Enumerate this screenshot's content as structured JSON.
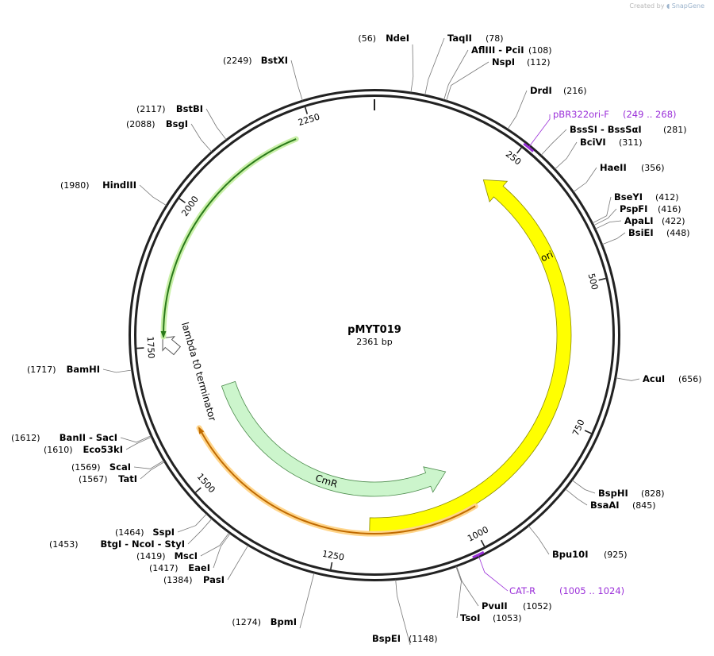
{
  "credit": {
    "prefix": "Created by",
    "brand": "SnapGene"
  },
  "plasmid": {
    "name": "pMYT019",
    "size_label": "2361 bp",
    "length": 2361
  },
  "ticks": [
    {
      "bp": 250,
      "label": "250"
    },
    {
      "bp": 500,
      "label": "500"
    },
    {
      "bp": 750,
      "label": "750"
    },
    {
      "bp": 1000,
      "label": "1000"
    },
    {
      "bp": 1250,
      "label": "1250"
    },
    {
      "bp": 1500,
      "label": "1500"
    },
    {
      "bp": 1750,
      "label": "1750"
    },
    {
      "bp": 2000,
      "label": "2000"
    },
    {
      "bp": 2250,
      "label": "2250"
    }
  ],
  "features": [
    {
      "id": "ori",
      "label": "ori",
      "color": "#ffff00",
      "stroke": "#8a8a00",
      "from_bp": 1190,
      "to_bp": 230,
      "direction": "reverse",
      "shape": "arrow",
      "label_bp": 430
    },
    {
      "id": "cmr",
      "label": "CmR",
      "color": "#ccf5cc",
      "stroke": "#4a8a4a",
      "from_bp": 1650,
      "to_bp": 1000,
      "direction": "reverse",
      "shape": "arrow",
      "label_bp": 1300
    },
    {
      "id": "lambda-t0",
      "label": "lambda t0 terminator",
      "color": "#ffffff",
      "stroke": "#555555",
      "from_bp": 1760,
      "to_bp": 1720,
      "direction": "reverse",
      "shape": "small-arrow"
    },
    {
      "id": "green-line",
      "label": "",
      "color": "#2a7a1a",
      "glow": "#c9f0a8",
      "from_bp": 2218,
      "to_bp": 1768,
      "direction": "reverse",
      "shape": "line"
    },
    {
      "id": "orange-line",
      "label": "",
      "color": "#c06a00",
      "glow": "#ffd58a",
      "from_bp": 980,
      "to_bp": 1588,
      "direction": "forward",
      "shape": "line"
    }
  ],
  "primers": [
    {
      "name": "pBR322ori-F",
      "range": "(249 .. 268)",
      "from_bp": 249,
      "to_bp": 268
    },
    {
      "name": "CAT-R",
      "range": "(1005 .. 1024)",
      "from_bp": 1005,
      "to_bp": 1024
    }
  ],
  "enzymes": [
    {
      "name": "NdeI",
      "pos": "(56)",
      "bp": 56,
      "side": "left"
    },
    {
      "name": "TaqII",
      "pos": "(78)",
      "bp": 78,
      "side": "right"
    },
    {
      "name": "AflIII  - PciI",
      "pos": "(108)",
      "bp": 108,
      "side": "right"
    },
    {
      "name": "NspI",
      "pos": "(112)",
      "bp": 112,
      "side": "right"
    },
    {
      "name": "DrdI",
      "pos": "(216)",
      "bp": 216,
      "side": "right"
    },
    {
      "name": "BssSI  - BssSαI",
      "pos": "(281)",
      "bp": 281,
      "side": "right"
    },
    {
      "name": "BciVI",
      "pos": "(311)",
      "bp": 311,
      "side": "right"
    },
    {
      "name": "HaeII",
      "pos": "(356)",
      "bp": 356,
      "side": "right"
    },
    {
      "name": "BseYI",
      "pos": "(412)",
      "bp": 412,
      "side": "right"
    },
    {
      "name": "PspFI",
      "pos": "(416)",
      "bp": 416,
      "side": "right"
    },
    {
      "name": "ApaLI",
      "pos": "(422)",
      "bp": 422,
      "side": "right"
    },
    {
      "name": "BsiEI",
      "pos": "(448)",
      "bp": 448,
      "side": "right"
    },
    {
      "name": "AcuI",
      "pos": "(656)",
      "bp": 656,
      "side": "right"
    },
    {
      "name": "BspHI",
      "pos": "(828)",
      "bp": 828,
      "side": "right"
    },
    {
      "name": "BsaAI",
      "pos": "(845)",
      "bp": 845,
      "side": "right"
    },
    {
      "name": "Bpu10I",
      "pos": "(925)",
      "bp": 925,
      "side": "right"
    },
    {
      "name": "PvuII",
      "pos": "(1052)",
      "bp": 1052,
      "side": "right"
    },
    {
      "name": "TsoI",
      "pos": "(1053)",
      "bp": 1053,
      "side": "right"
    },
    {
      "name": "BspEI",
      "pos": "(1148)",
      "bp": 1148,
      "side": "right"
    },
    {
      "name": "BpmI",
      "pos": "(1274)",
      "bp": 1274,
      "side": "left"
    },
    {
      "name": "PasI",
      "pos": "(1384)",
      "bp": 1384,
      "side": "left"
    },
    {
      "name": "EaeI",
      "pos": "(1417)",
      "bp": 1417,
      "side": "left"
    },
    {
      "name": "MscI",
      "pos": "(1419)",
      "bp": 1419,
      "side": "left"
    },
    {
      "name": "BtgI  - NcoI  - StyI",
      "pos": "(1453)",
      "bp": 1453,
      "side": "left"
    },
    {
      "name": "SspI",
      "pos": "(1464)",
      "bp": 1464,
      "side": "left"
    },
    {
      "name": "TatI",
      "pos": "(1567)",
      "bp": 1567,
      "side": "left"
    },
    {
      "name": "ScaI",
      "pos": "(1569)",
      "bp": 1569,
      "side": "left"
    },
    {
      "name": "Eco53kI",
      "pos": "(1610)",
      "bp": 1610,
      "side": "left"
    },
    {
      "name": "BanII  - SacI",
      "pos": "(1612)",
      "bp": 1612,
      "side": "left"
    },
    {
      "name": "BamHI",
      "pos": "(1717)",
      "bp": 1717,
      "side": "left"
    },
    {
      "name": "HindIII",
      "pos": "(1980)",
      "bp": 1980,
      "side": "left"
    },
    {
      "name": "BsgI",
      "pos": "(2088)",
      "bp": 2088,
      "side": "left"
    },
    {
      "name": "BstBI",
      "pos": "(2117)",
      "bp": 2117,
      "side": "left"
    },
    {
      "name": "BstXI",
      "pos": "(2249)",
      "bp": 2249,
      "side": "left"
    }
  ]
}
